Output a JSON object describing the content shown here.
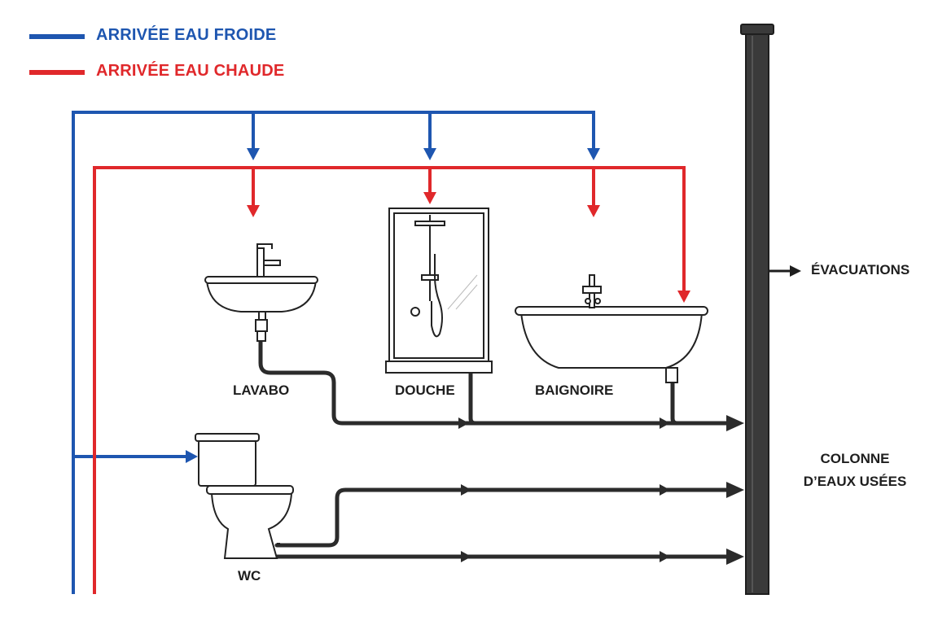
{
  "legend": {
    "cold": {
      "label": "ARRIVÉE EAU FROIDE",
      "color": "#1e56b0"
    },
    "hot": {
      "label": "ARRIVÉE EAU CHAUDE",
      "color": "#e0282b"
    }
  },
  "fixtures": {
    "lavabo": "LAVABO",
    "douche": "DOUCHE",
    "baignoire": "BAIGNOIRE",
    "wc": "WC"
  },
  "drain": {
    "evacuations_label": "ÉVACUATIONS",
    "stack_label_line1": "COLONNE",
    "stack_label_line2": "D’EAUX USÉES",
    "color": "#2b2b2b"
  },
  "icons": [
    "washbasin-icon",
    "shower-cabin-icon",
    "bathtub-icon",
    "toilet-icon"
  ]
}
